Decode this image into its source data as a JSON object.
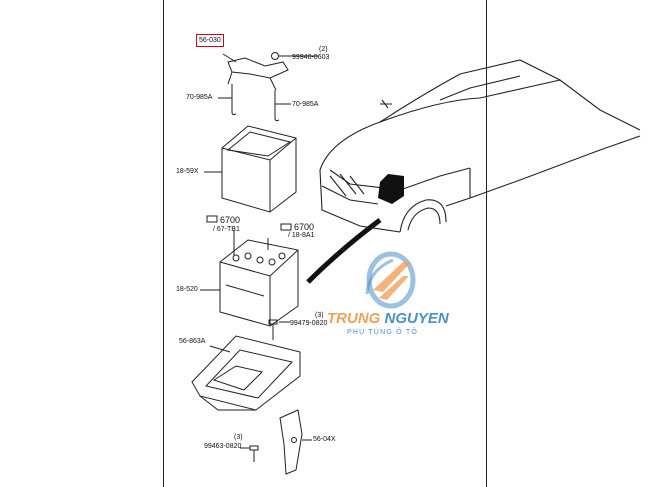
{
  "header_strip_text": "",
  "highlighted_part": "56-030",
  "callouts": {
    "bolt_top_qty": "(2)",
    "bolt_top": "99940-0603",
    "rod_left": "70-985A",
    "rod_right": "70-985A",
    "cover": "18-59X",
    "term_left_code": "6700",
    "term_left_sub": "/ 67-TB1",
    "term_right_code": "6700",
    "term_right_sub": "/ 18-8A1",
    "battery": "18-520",
    "bolt_mid_qty": "(3)",
    "bolt_mid": "99479-0820",
    "tray": "56-863A",
    "bolt_bot_qty": "(3)",
    "bolt_bot": "99463-0820",
    "bracket": "56-04X"
  },
  "watermark": {
    "name_part1": "TRUNG",
    "name_part2": "NGUYEN",
    "tagline": "PHỤ TÙNG Ô TÔ",
    "color_orange": "#f0a15a",
    "color_blue": "#4a90c8"
  },
  "colors": {
    "highlight_box": "#d0021b",
    "line": "#222222"
  }
}
